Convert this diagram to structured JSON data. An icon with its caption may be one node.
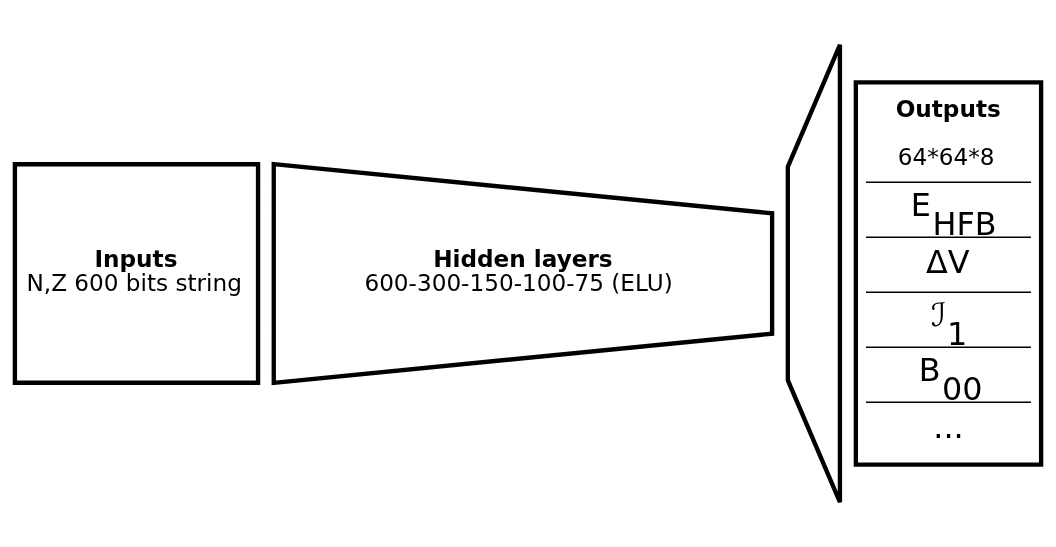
{
  "diagram": {
    "nodes": [
      {
        "text": [
          "Inputs",
          "N,Z 600 bits string"
        ]
      },
      {
        "text": [
          "Hidden layers",
          "600-300-150-100-75 (ELU)"
        ]
      },
      {
        "text": [],
        "shape": "trapezoid"
      },
      {
        "text": [
          "Outputs",
          "64*64*8",
          "E$_{HFB}$",
          "ΔV",
          "ℐ$_{1}$",
          "B$_{00}$",
          "..."
        ]
      }
    ],
    "edges": []
  }
}
